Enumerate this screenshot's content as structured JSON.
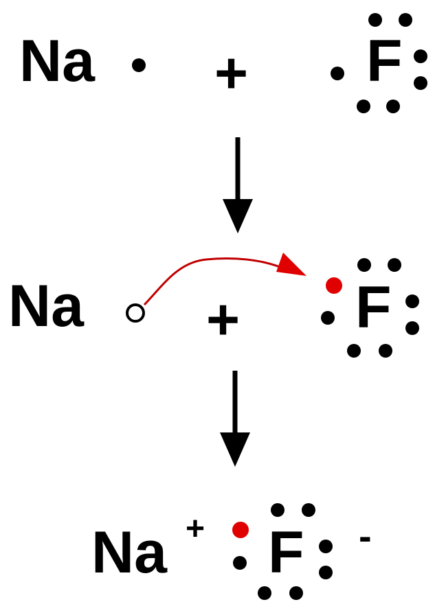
{
  "rows": {
    "reactants": {
      "sodium": "Na",
      "plus": "+",
      "fluorine": "F"
    },
    "transfer": {
      "sodium": "Na",
      "plus": "+",
      "fluorine": "F"
    },
    "product": {
      "sodium": "Na",
      "sodium_charge": "+",
      "fluorine": "F",
      "fluorine_charge": "-"
    }
  },
  "colors": {
    "ink": "#000000",
    "transferred_electron": "#e00000",
    "transfer_arrow": "#c00000",
    "background": "#ffffff"
  }
}
